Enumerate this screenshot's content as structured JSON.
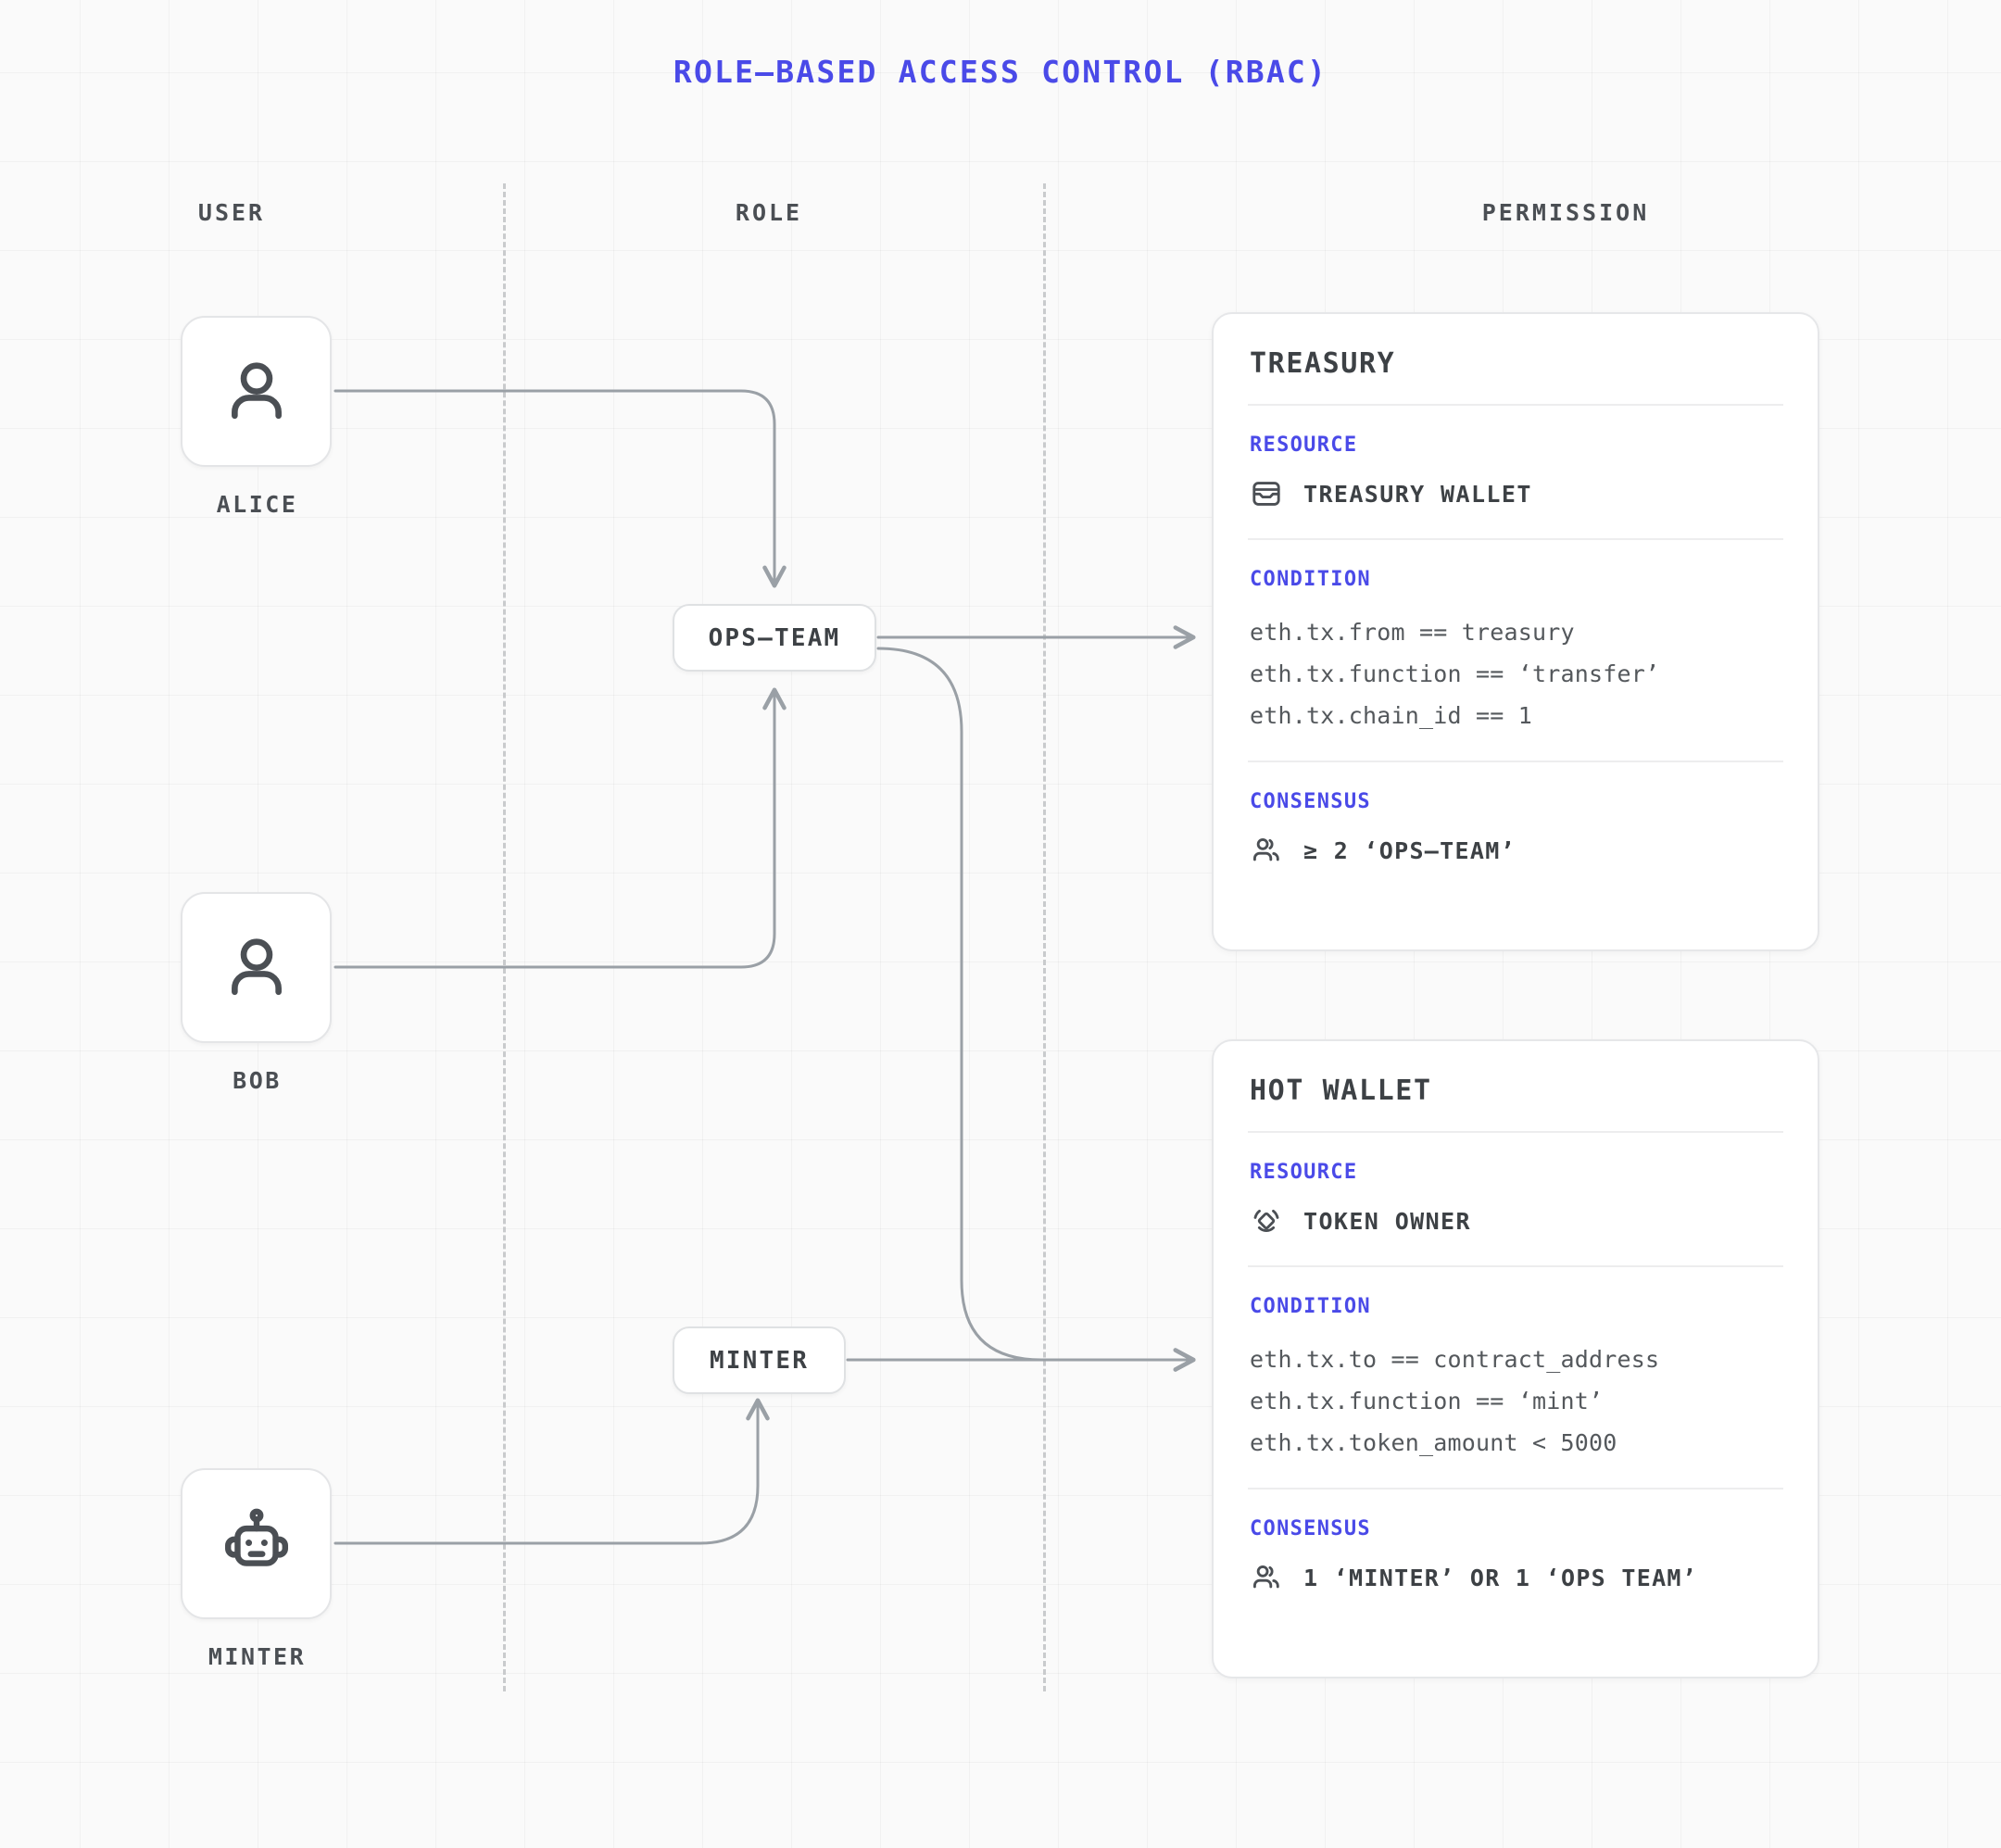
{
  "title": "ROLE—BASED ACCESS CONTROL (RBAC)",
  "accent_color": "#4a4ae8",
  "text_color": "#3d4145",
  "background_color": "#fafafa",
  "columns": [
    {
      "id": "user",
      "label": "USER"
    },
    {
      "id": "role",
      "label": "ROLE"
    },
    {
      "id": "permission",
      "label": "PERMISSION"
    }
  ],
  "users": [
    {
      "id": "alice",
      "label": "ALICE",
      "icon": "person-icon"
    },
    {
      "id": "bob",
      "label": "BOB",
      "icon": "person-icon"
    },
    {
      "id": "minter",
      "label": "MINTER",
      "icon": "robot-icon"
    }
  ],
  "roles": [
    {
      "id": "ops-team",
      "label": "OPS—TEAM"
    },
    {
      "id": "minter",
      "label": "MINTER"
    }
  ],
  "permissions": [
    {
      "id": "treasury",
      "title": "TREASURY",
      "resource_label": "RESOURCE",
      "resource_icon": "wallet-icon",
      "resource_value": "TREASURY WALLET",
      "condition_label": "CONDITION",
      "conditions": [
        "eth.tx.from == treasury",
        "eth.tx.function == ‘transfer’",
        "eth.tx.chain_id == 1"
      ],
      "consensus_label": "CONSENSUS",
      "consensus_icon": "people-icon",
      "consensus_value": "≥ 2 ‘OPS—TEAM’"
    },
    {
      "id": "hot-wallet",
      "title": "HOT WALLET",
      "resource_label": "RESOURCE",
      "resource_icon": "token-icon",
      "resource_value": "TOKEN OWNER",
      "condition_label": "CONDITION",
      "conditions": [
        "eth.tx.to == contract_address",
        "eth.tx.function == ‘mint’",
        "eth.tx.token_amount < 5000"
      ],
      "consensus_label": "CONSENSUS",
      "consensus_icon": "people-icon",
      "consensus_value": "1 ‘MINTER’ OR 1 ‘OPS TEAM’"
    }
  ],
  "connections": [
    {
      "from": "alice",
      "to": "ops-team"
    },
    {
      "from": "bob",
      "to": "ops-team"
    },
    {
      "from": "minter",
      "to": "minter-role"
    },
    {
      "from": "ops-team",
      "to": "treasury"
    },
    {
      "from": "ops-team",
      "to": "hot-wallet"
    },
    {
      "from": "minter-role",
      "to": "hot-wallet"
    }
  ]
}
